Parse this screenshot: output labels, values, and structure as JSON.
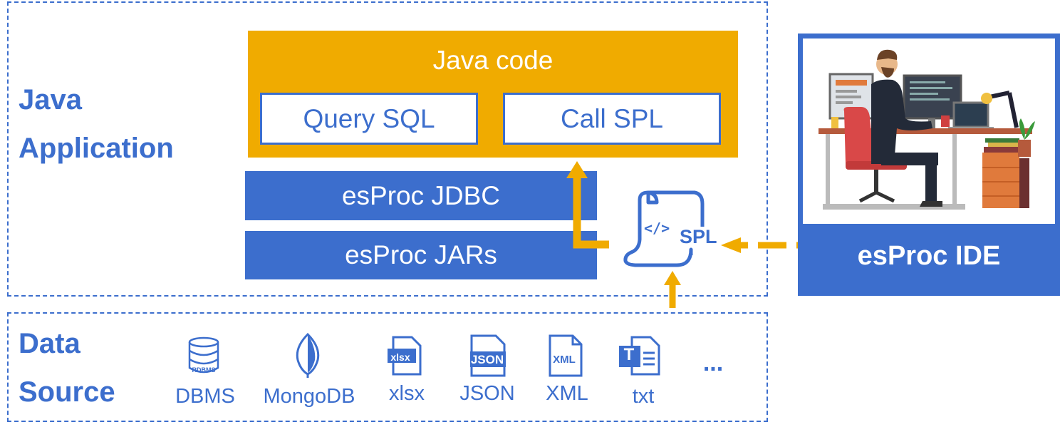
{
  "java_app": {
    "label_line1": "Java",
    "label_line2": "Application"
  },
  "java_code": {
    "title": "Java code",
    "query_sql": "Query SQL",
    "call_spl": "Call SPL"
  },
  "jdbc_bar": "esProc JDBC",
  "jars_bar": "esProc JARs",
  "spl_script": {
    "label": "SPL",
    "code_glyph": "</>"
  },
  "ide": {
    "label": "esProc IDE"
  },
  "data_source": {
    "label_line1": "Data",
    "label_line2": "Source",
    "items": [
      {
        "label": "DBMS",
        "icon": "database-icon",
        "icon_text": "RDBMS"
      },
      {
        "label": "MongoDB",
        "icon": "mongodb-leaf-icon"
      },
      {
        "label": "xlsx",
        "icon": "xlsx-file-icon",
        "icon_text": "xlsx"
      },
      {
        "label": "JSON",
        "icon": "json-file-icon",
        "icon_text": "JSON"
      },
      {
        "label": "XML",
        "icon": "xml-file-icon",
        "icon_text": "XML"
      },
      {
        "label": "txt",
        "icon": "txt-file-icon",
        "icon_text": "T"
      }
    ],
    "more": "..."
  },
  "colors": {
    "blue": "#3c6ecd",
    "gold": "#f0ab00",
    "white": "#ffffff"
  }
}
